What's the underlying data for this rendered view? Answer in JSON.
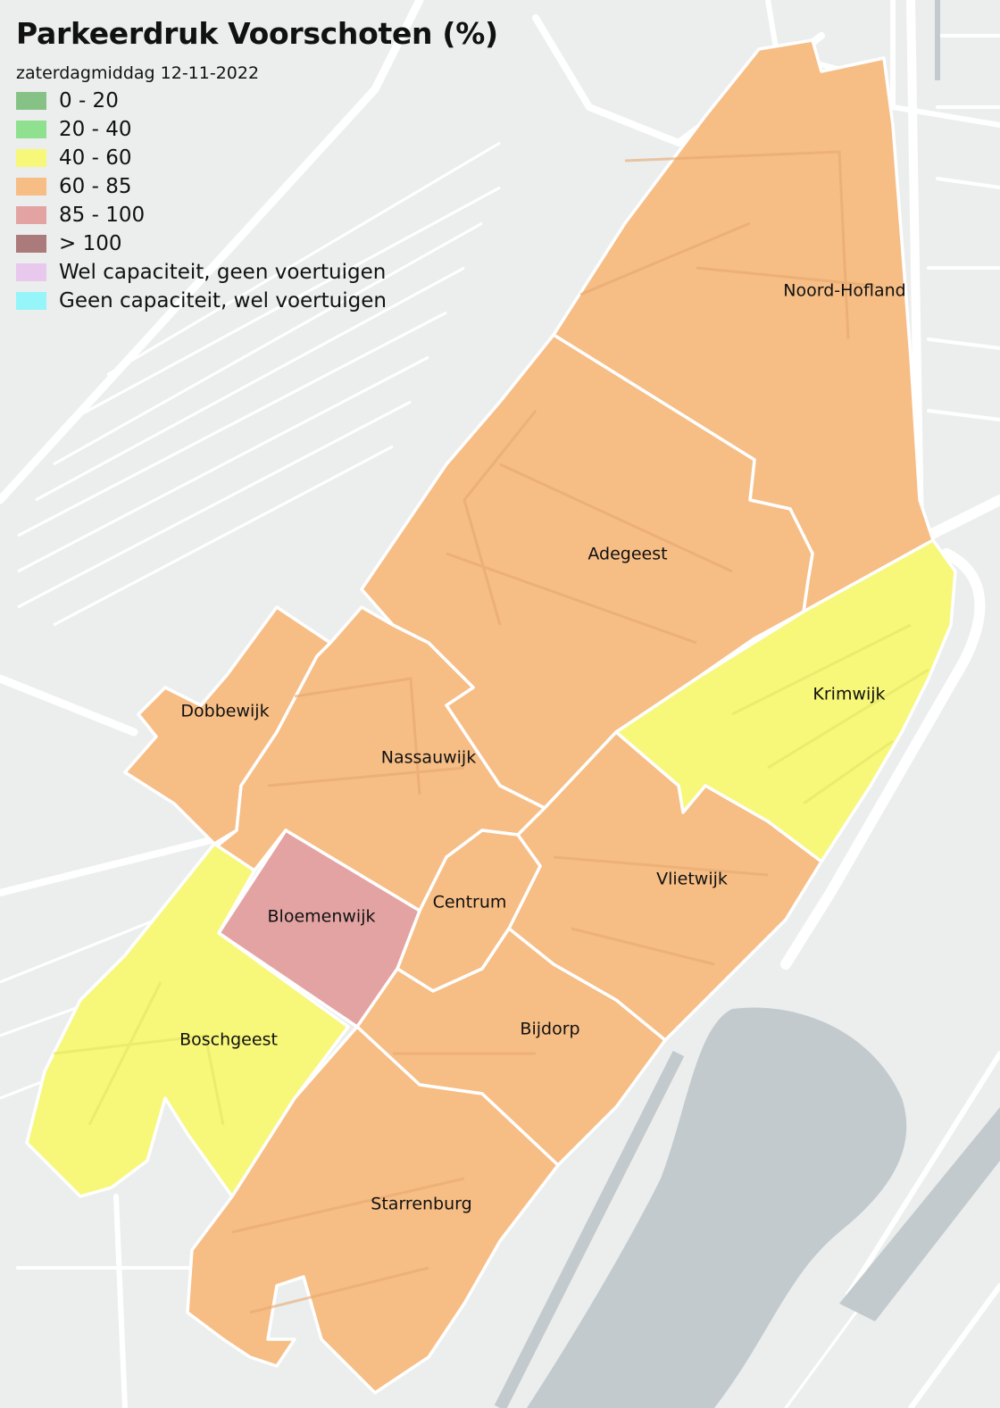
{
  "title": "Parkeerdruk Voorschoten (%)",
  "subtitle": "zaterdagmiddag 12-11-2022",
  "legend": [
    {
      "label": " 0 - 20",
      "color": "#86c286"
    },
    {
      "label": " 20 - 40",
      "color": "#8fe08f"
    },
    {
      "label": " 40 - 60",
      "color": "#f7f77a"
    },
    {
      "label": " 60 - 85",
      "color": "#f6bd85"
    },
    {
      "label": " 85 - 100",
      "color": "#e4a3a3"
    },
    {
      "label": "> 100",
      "color": "#ab7a7a"
    },
    {
      "label": "Wel capaciteit, geen voertuigen",
      "color": "#e8c8ec"
    },
    {
      "label": "Geen capaciteit, wel voertuigen",
      "color": "#95f5f8"
    }
  ],
  "districts": [
    {
      "name": "Noord-Hofland",
      "class": "60 - 85"
    },
    {
      "name": "Adegeest",
      "class": "60 - 85"
    },
    {
      "name": "Krimwijk",
      "class": "40 - 60"
    },
    {
      "name": "Dobbewijk",
      "class": "60 - 85"
    },
    {
      "name": "Nassauwijk",
      "class": "60 - 85"
    },
    {
      "name": "Vlietwijk",
      "class": "60 - 85"
    },
    {
      "name": "Centrum",
      "class": "60 - 85"
    },
    {
      "name": "Bloemenwijk",
      "class": "85 - 100"
    },
    {
      "name": "Boschgeest",
      "class": "40 - 60"
    },
    {
      "name": "Bijdorp",
      "class": "60 - 85"
    },
    {
      "name": "Starrenburg",
      "class": "60 - 85"
    }
  ],
  "colors": {
    "background": "#eceeee",
    "road": "#ffffff",
    "water": "#c3cacd",
    "boundary": "#ffffff"
  }
}
